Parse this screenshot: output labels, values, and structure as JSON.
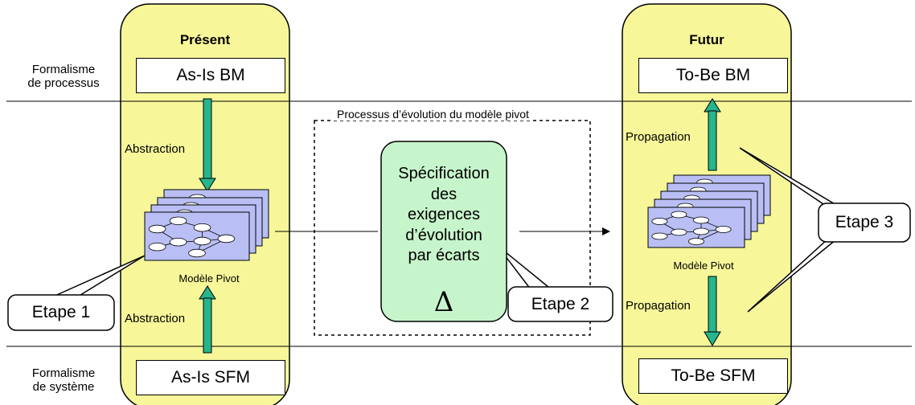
{
  "lanes": {
    "process": [
      "Formalisme",
      "de processus"
    ],
    "system": [
      "Formalisme",
      "de système"
    ]
  },
  "present": {
    "title": "Présent",
    "bm": "As-Is BM",
    "sfm": "As-Is SFM",
    "abstraction_top": "Abstraction",
    "abstraction_bottom": "Abstraction",
    "model_label": "Modèle Pivot"
  },
  "future": {
    "title": "Futur",
    "bm": "To-Be BM",
    "sfm": "To-Be SFM",
    "propagation_top": "Propagation",
    "propagation_bottom": "Propagation",
    "model_label": "Modèle Pivot"
  },
  "evolution": {
    "title": "Processus d’évolution du modèle pivot",
    "spec_lines": [
      "Spécification",
      "des",
      "exigences",
      "d’évolution",
      "par écarts"
    ],
    "delta": "Δ"
  },
  "steps": {
    "step1": "Etape 1",
    "step2": "Etape 2",
    "step3": "Etape 3"
  },
  "colors": {
    "phase_fill": "#f7f79a",
    "arrow": "#26b58c",
    "spec_fill": "#c7f5cb",
    "model_fill": "#b9bff5"
  }
}
